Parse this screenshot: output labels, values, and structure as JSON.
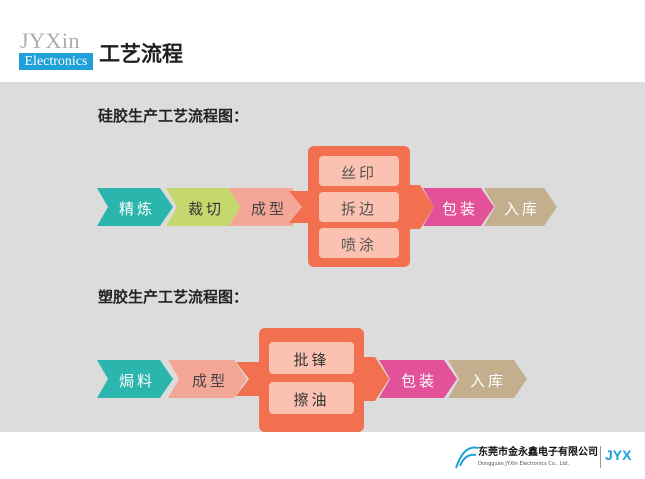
{
  "header": {
    "logo_top": "JYXin",
    "logo_bottom": "Electronics",
    "title": "工艺流程"
  },
  "flows": [
    {
      "title": "硅胶生产工艺流程图：",
      "steps_before": [
        "精炼",
        "裁切",
        "成型"
      ],
      "box_items": [
        "丝印",
        "拆边",
        "喷涂"
      ],
      "steps_after": [
        "包装",
        "入库"
      ]
    },
    {
      "title": "塑胶生产工艺流程图：",
      "steps_before": [
        "焗料",
        "成型"
      ],
      "box_items": [
        "批锋",
        "擦油"
      ],
      "steps_after": [
        "包装",
        "入库"
      ]
    }
  ],
  "colors": {
    "teal": "#2ab5ad",
    "lime": "#c5d86d",
    "salmon": "#f4a797",
    "orange": "#f26f4f",
    "sub_box": "#fbc1b1",
    "pink": "#e35199",
    "khaki": "#c3ae8e",
    "band": "#dcdcdc",
    "brand_blue": "#1ea0d8"
  },
  "footer": {
    "company": "东莞市金永鑫电子有限公司",
    "company_en": "Dongguan JYXin Electronics Co., Ltd.",
    "mark": "JYX"
  }
}
